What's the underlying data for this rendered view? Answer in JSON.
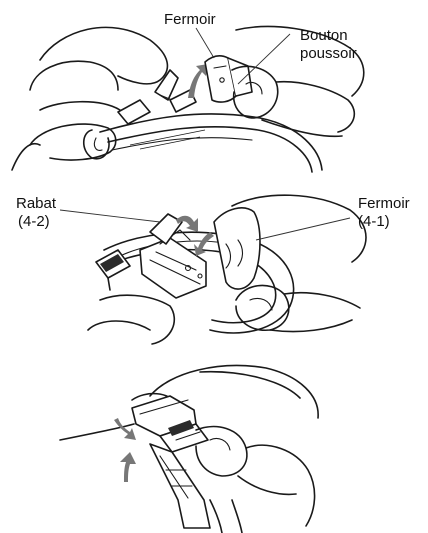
{
  "panel1": {
    "label_clasp": "Fermoir",
    "label_button_line1": "Bouton",
    "label_button_line2": "poussoir"
  },
  "panel2": {
    "label_flap_line1": "Rabat",
    "label_flap_line2": "(4-2)",
    "label_clasp_line1": "Fermoir",
    "label_clasp_line2": "(4-1)"
  },
  "colors": {
    "line": "#1a1a1a",
    "arrow": "#777777",
    "background": "#ffffff"
  }
}
